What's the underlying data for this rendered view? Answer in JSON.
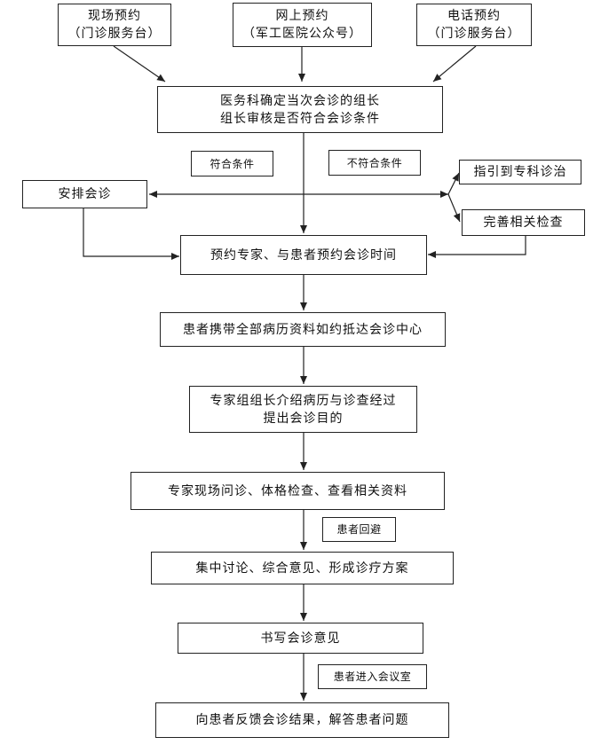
{
  "sources": {
    "onsite": {
      "line1": "现场预约",
      "line2": "（门诊服务台）"
    },
    "online": {
      "line1": "网上预约",
      "line2": "（军工医院公众号）"
    },
    "phone": {
      "line1": "电话预约",
      "line2": "（门诊服务台）"
    }
  },
  "review": {
    "line1": "医务科确定当次会诊的组长",
    "line2": "组长审核是否符合会诊条件"
  },
  "branches": {
    "qualified": "符合条件",
    "not_qualified": "不符合条件",
    "arrange": "安排会诊",
    "refer": "指引到专科诊治",
    "complete_tests": "完善相关检查"
  },
  "steps": {
    "book": "预约专家、与患者预约会诊时间",
    "arrive": "患者携带全部病历资料如约抵达会诊中心",
    "intro": {
      "line1": "专家组组长介绍病历与诊查经过",
      "line2": "提出会诊目的"
    },
    "exam": "专家现场问诊、体格检查、查看相关资料",
    "avoid": "患者回避",
    "discuss": "集中讨论、综合意见、形成诊疗方案",
    "write": "书写会诊意见",
    "enter": "患者进入会议室",
    "feedback": "向患者反馈会诊结果，解答患者问题"
  }
}
